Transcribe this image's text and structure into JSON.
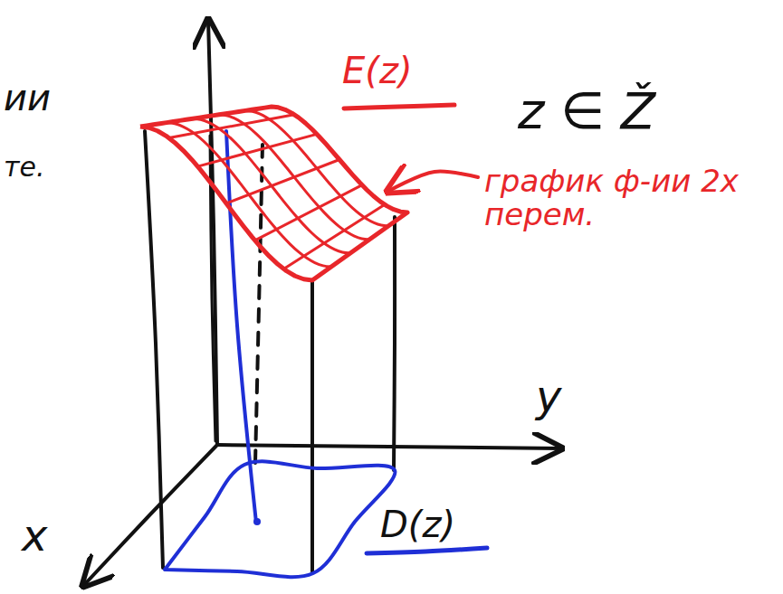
{
  "diagram": {
    "labels": [
      "E(z)",
      "z ∈ Ž",
      "график ф-ии 2х перем.",
      "y",
      "x",
      "D(z)",
      "ии",
      "те."
    ]
  }
}
